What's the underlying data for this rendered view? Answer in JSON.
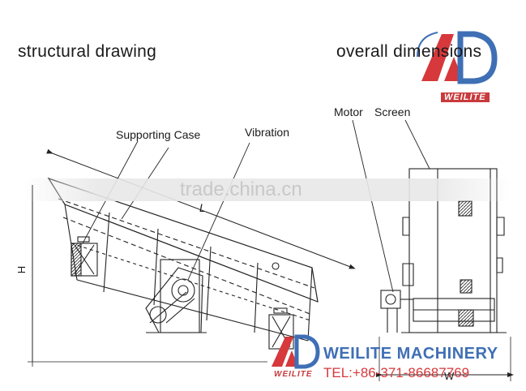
{
  "headings": {
    "left": "structural drawing",
    "right": "overall dimensions"
  },
  "labels": {
    "supporting_case": "Supporting Case",
    "vibration": "Vibration",
    "motor": "Motor",
    "screen": "Screen",
    "length": "L",
    "height": "H",
    "width": "W"
  },
  "watermark": "trade.china.cn",
  "brand": {
    "logo_word": "WEILITE",
    "company": "WEILITE MACHINERY",
    "tel": "TEL:+86-371-86687769"
  },
  "colors": {
    "blue": "#3f6fb5",
    "red": "#d6383b",
    "line": "#222222"
  }
}
